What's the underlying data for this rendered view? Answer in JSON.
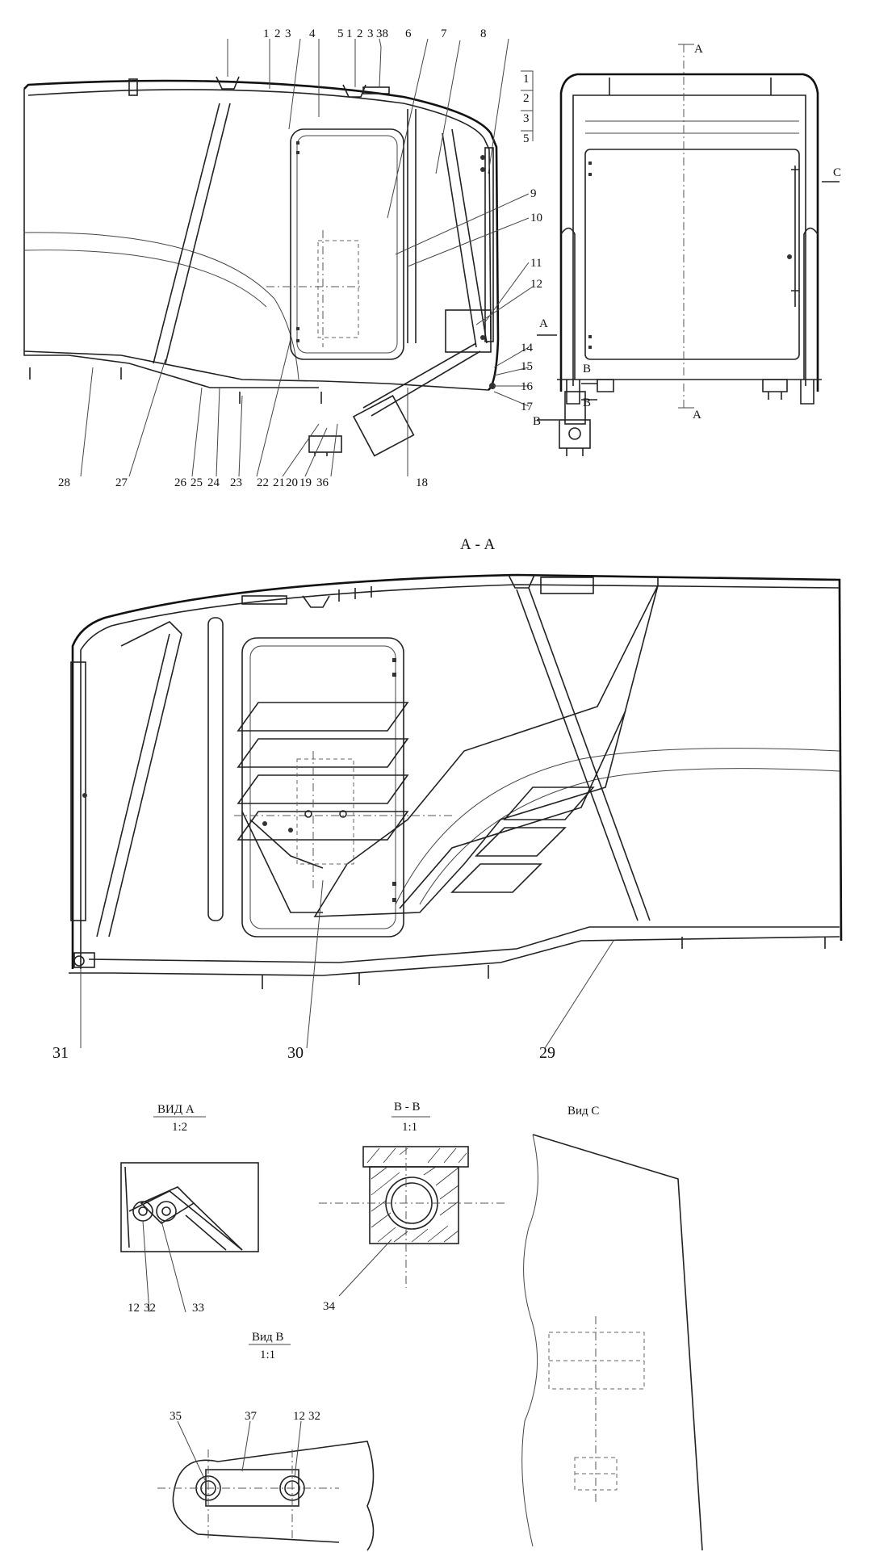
{
  "section_a_title": "А - А",
  "arrows": {
    "a_top": "A",
    "a_bottom": "A",
    "a_side": "A",
    "b_side": "B",
    "c_side": "C",
    "b_small1": "B",
    "b_small2": "B"
  },
  "labels_top": {
    "l1": "1",
    "l2": "2",
    "l3": "3",
    "l4": "4",
    "l5": "5",
    "l1b": "1",
    "l2b": "2",
    "l3b": "3",
    "l38": "38",
    "l6": "6",
    "l7": "7",
    "l8": "8",
    "l9": "9",
    "l10": "10",
    "l11": "11",
    "l12": "12",
    "l14": "14",
    "l15": "15",
    "l16": "16",
    "l17": "17",
    "l28": "28",
    "l27": "27",
    "l26": "26",
    "l25": "25",
    "l24": "24",
    "l23": "23",
    "l22": "22",
    "l21": "21",
    "l20": "20",
    "l19": "19",
    "l36": "36",
    "l18": "18"
  },
  "labels_right_stack": [
    "1",
    "2",
    "3",
    "5"
  ],
  "labels_section": {
    "l31": "31",
    "l30": "30",
    "l29": "29"
  },
  "view_a": {
    "title": "ВИД А",
    "scale": "1:2",
    "l12": "12",
    "l32": "32",
    "l33": "33"
  },
  "section_bb": {
    "title": "B - B",
    "scale": "1:1",
    "l34": "34"
  },
  "view_c": {
    "title": "Вид С"
  },
  "view_b": {
    "title": "Вид В",
    "scale": "1:1",
    "l35": "35",
    "l37": "37",
    "l12": "12",
    "l32": "32"
  }
}
